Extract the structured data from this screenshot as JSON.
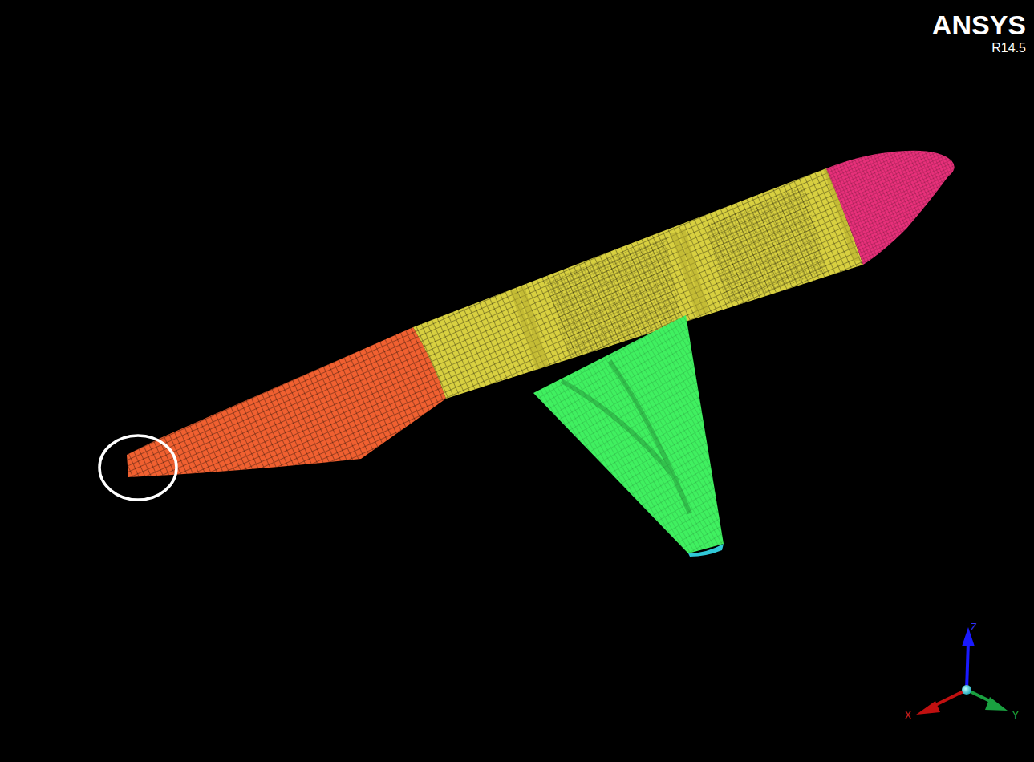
{
  "diagram": {
    "labels": [
      "ANSYS",
      "R14.5",
      "Z",
      "X",
      "Y"
    ]
  }
}
